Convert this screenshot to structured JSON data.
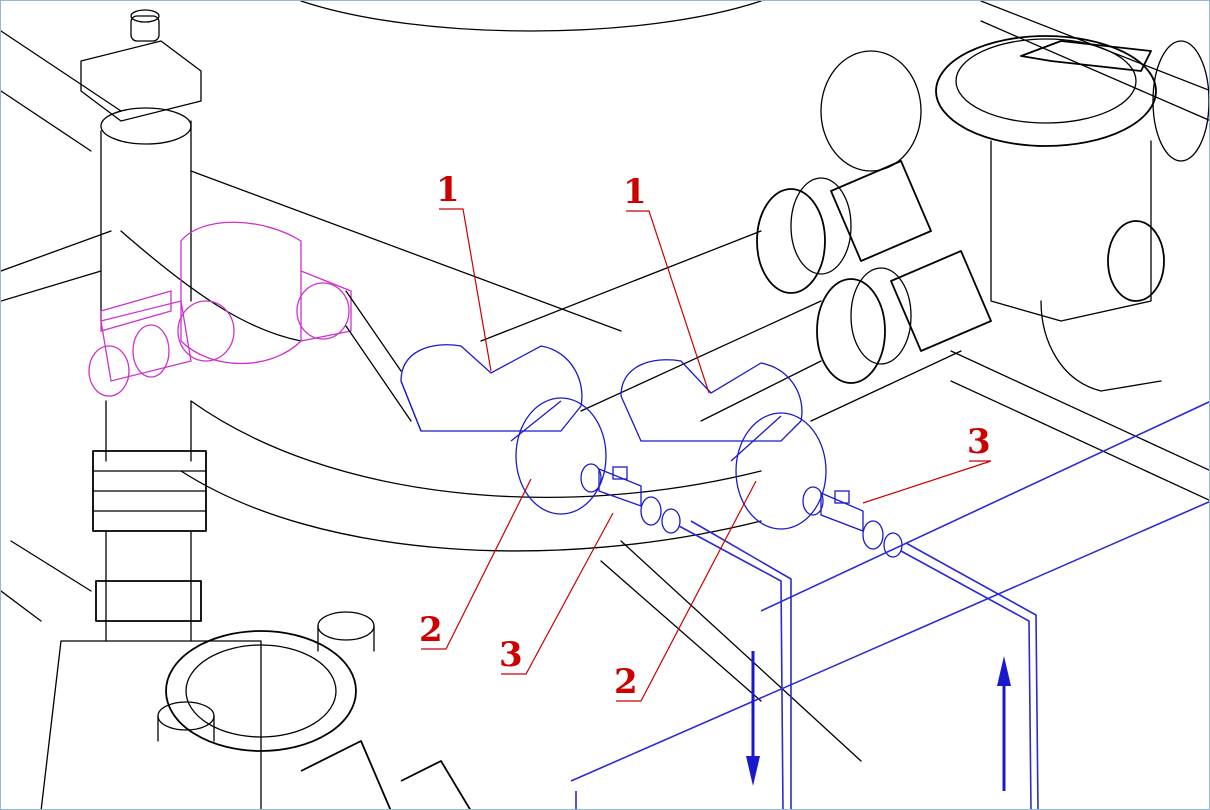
{
  "callouts": [
    {
      "id": "c1a",
      "label": "1"
    },
    {
      "id": "c1b",
      "label": "1"
    },
    {
      "id": "c2a",
      "label": "2"
    },
    {
      "id": "c2b",
      "label": "2"
    },
    {
      "id": "c3a",
      "label": "3"
    },
    {
      "id": "c3b",
      "label": "3"
    }
  ],
  "colors": {
    "linework": "#000000",
    "highlight": "#cc33cc",
    "sensor": "#1a1acc",
    "wiring": "#2a2ad4",
    "callout": "#cc0000",
    "frame": "#8fb9d9"
  }
}
